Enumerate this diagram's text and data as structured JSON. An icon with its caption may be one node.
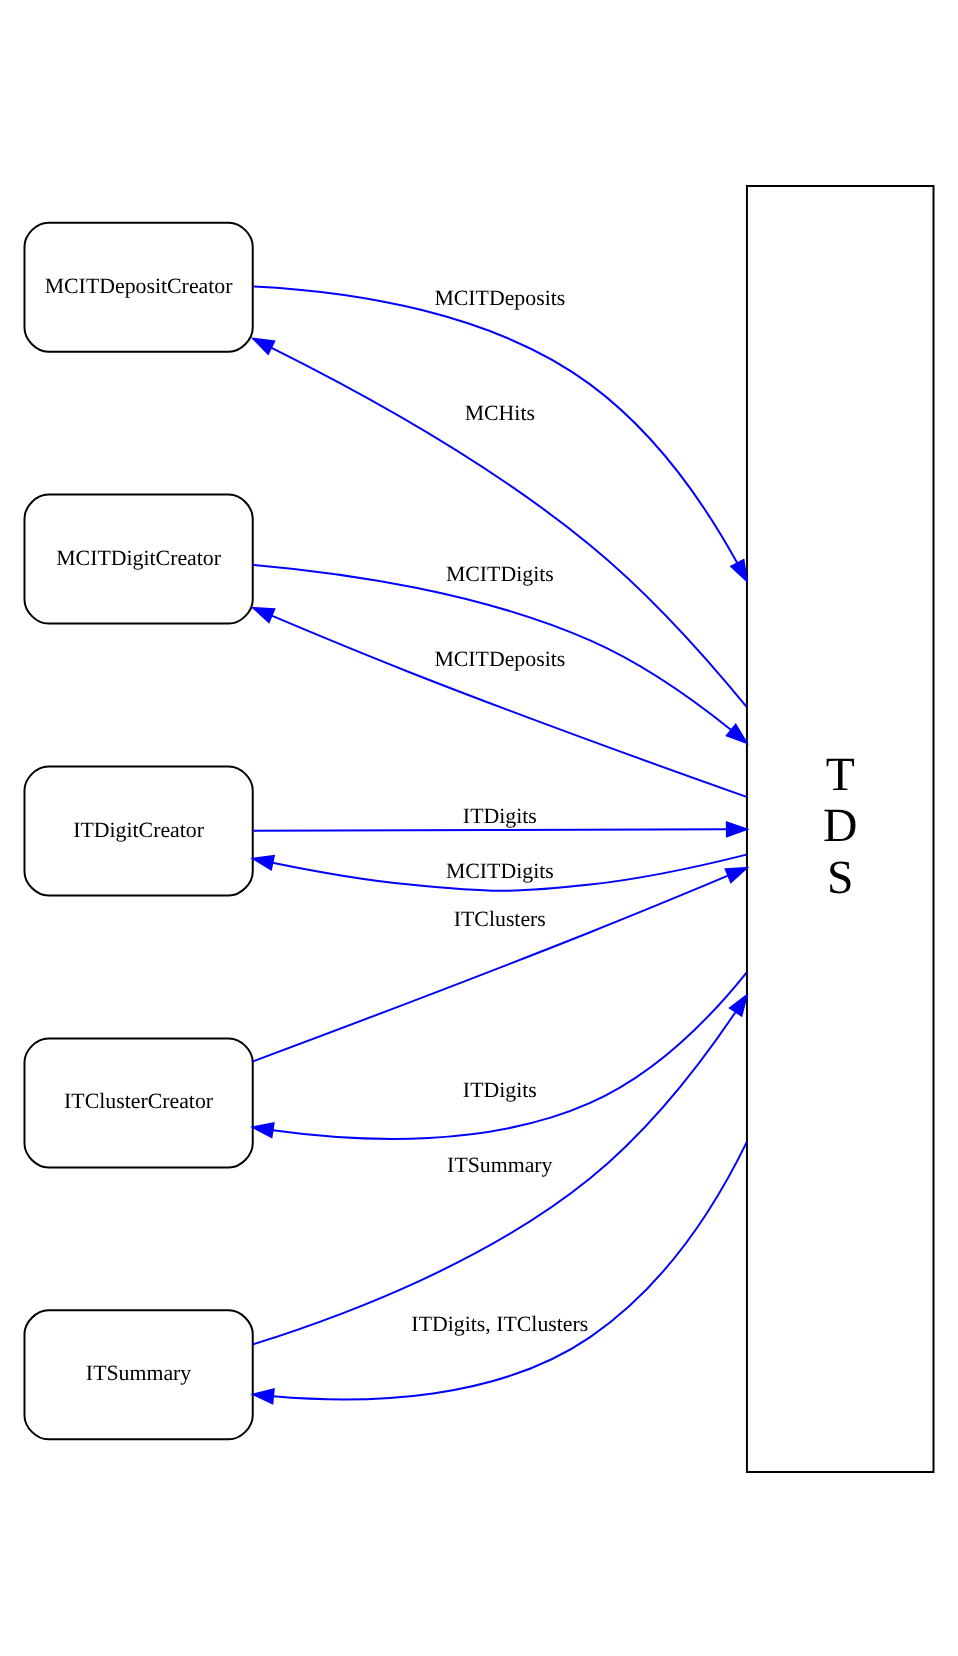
{
  "diagram": {
    "nodes": [
      {
        "text": [
          "MCITDepositCreator"
        ]
      },
      {
        "text": [
          "MCITDigitCreator"
        ]
      },
      {
        "text": [
          "ITDigitCreator"
        ]
      },
      {
        "text": [
          "ITClusterCreator"
        ]
      },
      {
        "text": [
          "ITSummary"
        ]
      },
      {
        "text": [
          "T",
          "D",
          "S"
        ]
      }
    ],
    "edges": [
      {
        "from": 5,
        "to": 0,
        "arrow": "to",
        "label": "MCHits",
        "color": "#0000ff"
      },
      {
        "from": 0,
        "to": 5,
        "arrow": "to",
        "label": "MCITDeposits",
        "color": "#0000ff"
      },
      {
        "from": 5,
        "to": 1,
        "arrow": "to",
        "label": "MCITDeposits",
        "color": "#0000ff"
      },
      {
        "from": 1,
        "to": 5,
        "arrow": "to",
        "label": "MCITDigits",
        "color": "#0000ff"
      },
      {
        "from": 5,
        "to": 2,
        "arrow": "to",
        "label": "MCITDigits",
        "color": "#0000ff"
      },
      {
        "from": 2,
        "to": 5,
        "arrow": "to",
        "label": "ITDigits",
        "color": "#0000ff"
      },
      {
        "from": 5,
        "to": 3,
        "arrow": "to",
        "label": "ITDigits",
        "color": "#0000ff"
      },
      {
        "from": 3,
        "to": 5,
        "arrow": "to",
        "label": "ITClusters",
        "color": "#0000ff"
      },
      {
        "from": 5,
        "to": 4,
        "arrow": "to",
        "label": "ITDigits, ITClusters",
        "color": "#0000ff"
      },
      {
        "from": 4,
        "to": 5,
        "arrow": "to",
        "label": "ITSummary",
        "color": "#0000ff"
      }
    ]
  }
}
